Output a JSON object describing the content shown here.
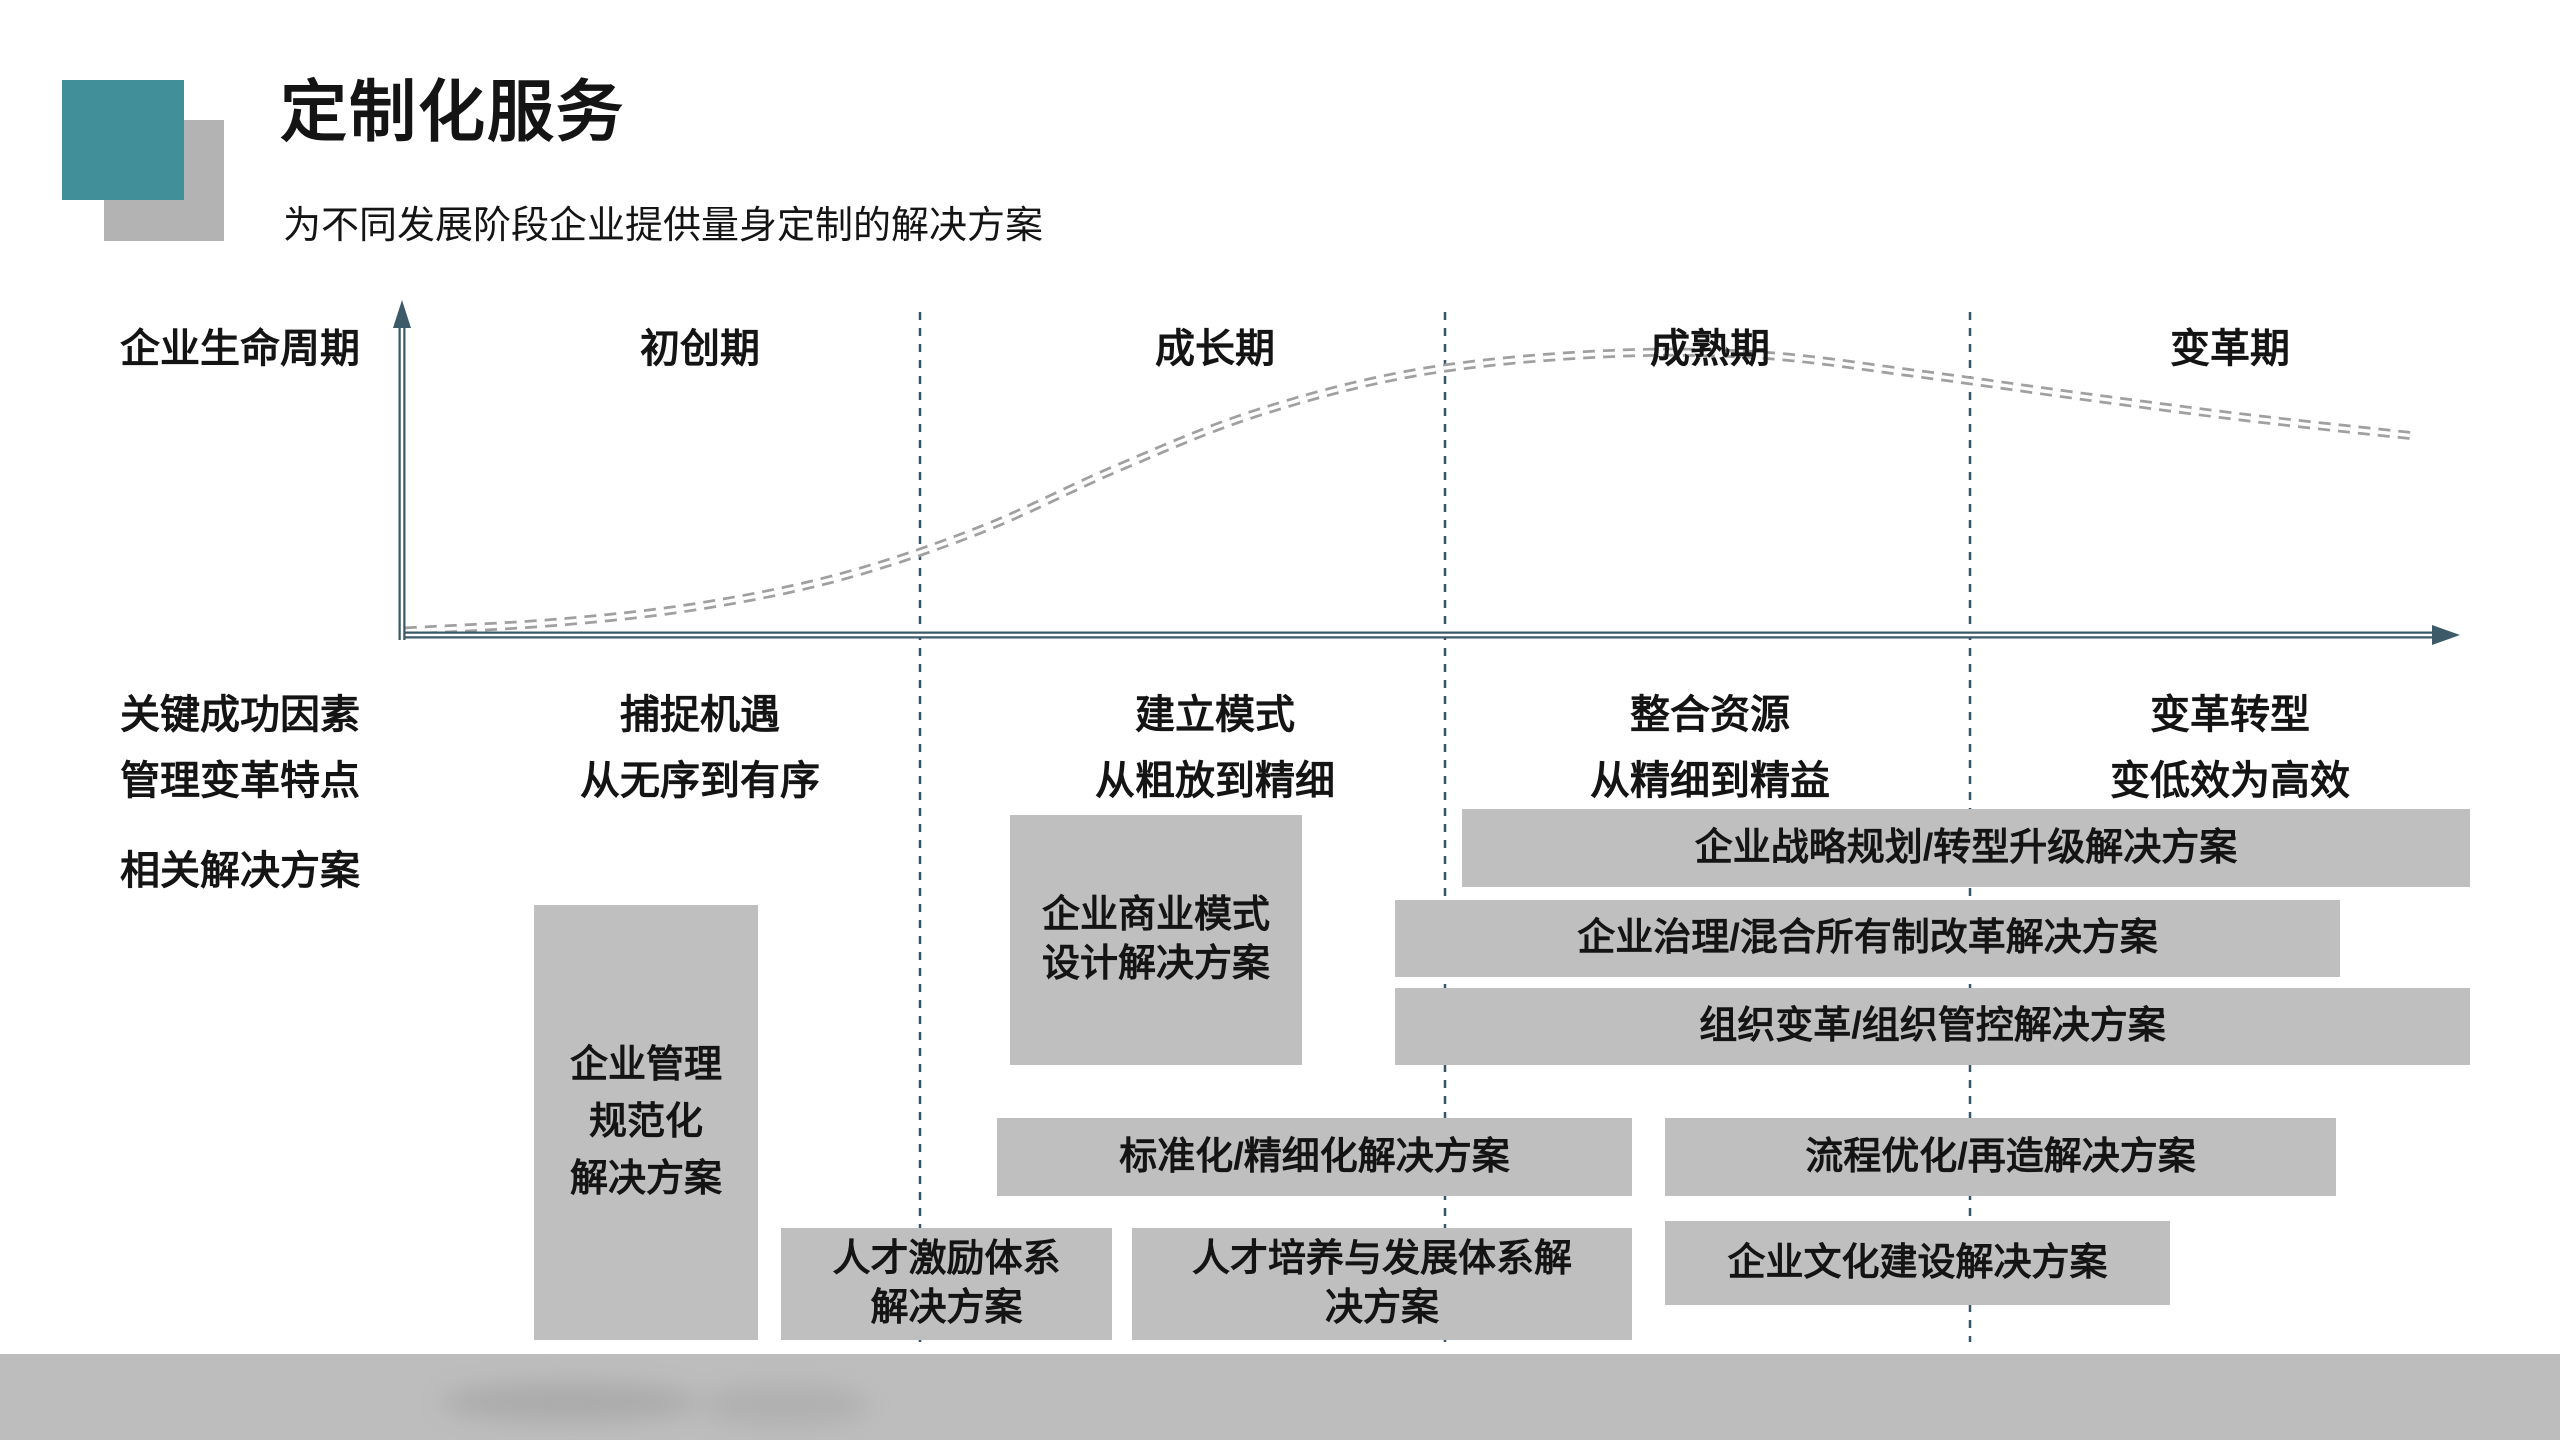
{
  "header": {
    "title": "定制化服务",
    "subtitle": "为不同发展阶段企业提供量身定制的解决方案"
  },
  "lifecycle": {
    "y_axis_label": "企业生命周期",
    "stages": [
      "初创期",
      "成长期",
      "成熟期",
      "变革期"
    ],
    "rows": {
      "key_success": {
        "label": "关键成功因素",
        "values": [
          "捕捉机遇",
          "建立模式",
          "整合资源",
          "变革转型"
        ]
      },
      "mgmt_change": {
        "label": "管理变革特点",
        "values": [
          "从无序到有序",
          "从粗放到精细",
          "从精细到精益",
          "变低效为高效"
        ]
      }
    },
    "solutions_label": "相关解决方案",
    "curve_points": [
      [
        405,
        631
      ],
      [
        560,
        622
      ],
      [
        700,
        606
      ],
      [
        840,
        577
      ],
      [
        980,
        530
      ],
      [
        1120,
        467
      ],
      [
        1260,
        412
      ],
      [
        1420,
        372
      ],
      [
        1600,
        354
      ],
      [
        1760,
        355
      ],
      [
        1920,
        374
      ],
      [
        2080,
        396
      ],
      [
        2250,
        418
      ],
      [
        2415,
        436
      ]
    ]
  },
  "solutions": {
    "guifanhua": "企业管理\n规范化\n解决方案",
    "jili": "人才激励体系\n解决方案",
    "shangye": "企业商业模式\n设计解决方案",
    "biaozhun": "标准化/精细化解决方案",
    "peiyang": "人才培养与发展体系解\n决方案",
    "zhanlue": "企业战略规划/转型升级解决方案",
    "zhili": "企业治理/混合所有制改革解决方案",
    "zuzhi": "组织变革/组织管控解决方案",
    "liucheng": "流程优化/再造解决方案",
    "wenhua": "企业文化建设解决方案"
  },
  "colors": {
    "teal": "#418f99",
    "box-gray": "#bfbfbf",
    "axis": "#3d5a68",
    "divider": "#35566a",
    "curve": "#a0a0a0",
    "footer": "#bdbdbd"
  }
}
